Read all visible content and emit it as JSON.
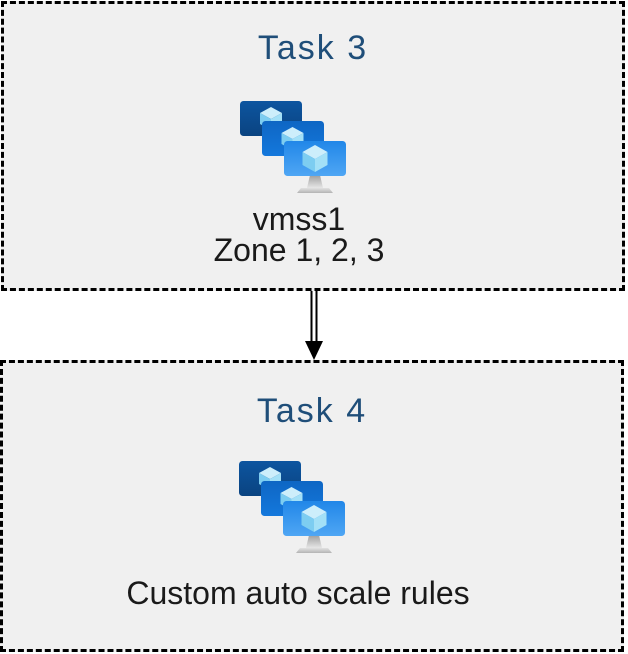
{
  "boxes": [
    {
      "title": "Task 3",
      "icon": "vm-scale-set-icon",
      "labels": [
        "vmss1",
        "Zone 1, 2, 3"
      ]
    },
    {
      "title": "Task 4",
      "icon": "vm-scale-set-icon",
      "labels": [
        "Custom auto scale rules"
      ]
    }
  ],
  "connector": {
    "type": "double-line-arrow",
    "direction": "down",
    "from": "Task 3",
    "to": "Task 4",
    "color": "#000000"
  },
  "colors": {
    "page_background": "#ffffff",
    "box_background": "#f0f0f0",
    "box_border": "#000000",
    "title_text": "#1f4e79",
    "label_text": "#1a1a1a",
    "monitor_back": "#0b4a8c",
    "monitor_middle": "#1173d4",
    "monitor_front_top": "#2187e8",
    "monitor_front_bottom": "#4fa6f4",
    "cube_top": "#cdeefb",
    "cube_left": "#7dcdf1",
    "cube_right": "#a3e0f7",
    "stand_neck": "#c0c0c0",
    "stand_base": "#cccccc"
  }
}
